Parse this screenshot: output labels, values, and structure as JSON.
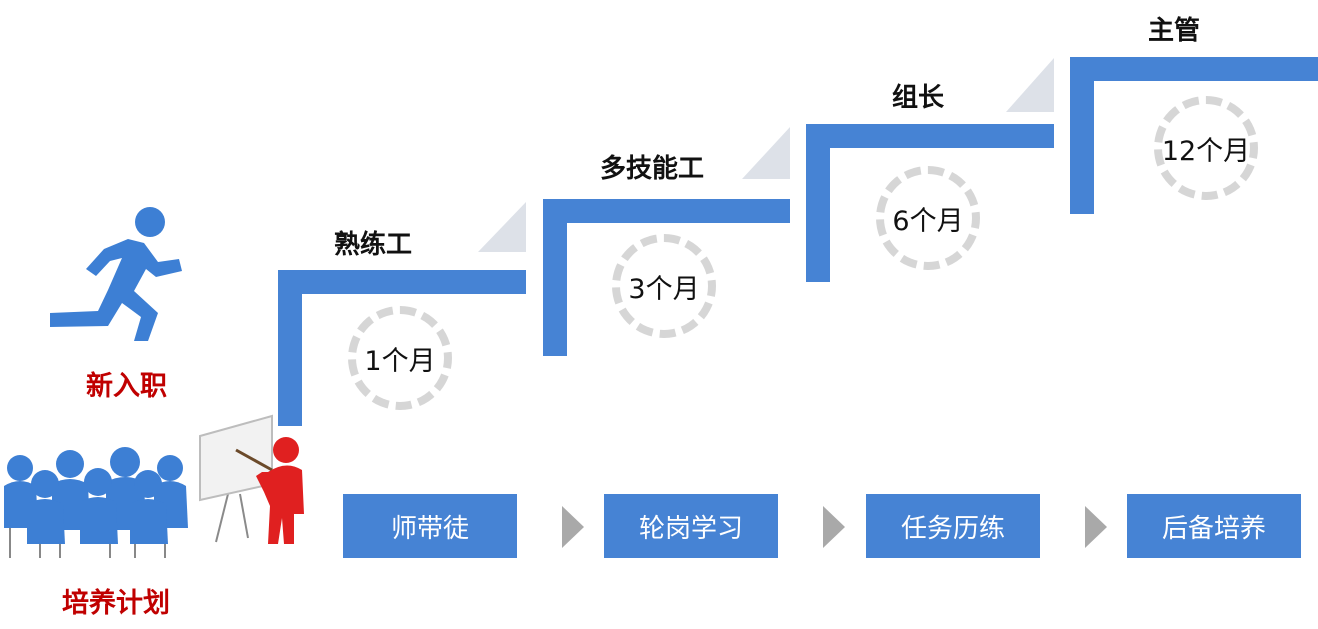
{
  "levels": [
    {
      "title": "熟练工",
      "duration": "1个月"
    },
    {
      "title": "多技能工",
      "duration": "3个月"
    },
    {
      "title": "组长",
      "duration": "6个月"
    },
    {
      "title": "主管",
      "duration": "12个月"
    }
  ],
  "stages": [
    "师带徒",
    "轮岗学习",
    "任务历练",
    "后备培养"
  ],
  "left": {
    "new_hire_label": "新入职",
    "plan_label": "培养计划"
  },
  "colors": {
    "step_blue": "#4683d4",
    "label_red": "#c00000",
    "triangle_gray": "#dde1e8",
    "arrow_gray": "#a9a9a9",
    "circle_gray": "#d6d6d6"
  },
  "icons": [
    "running-person-icon",
    "classroom-audience-icon",
    "teacher-whiteboard-icon"
  ]
}
